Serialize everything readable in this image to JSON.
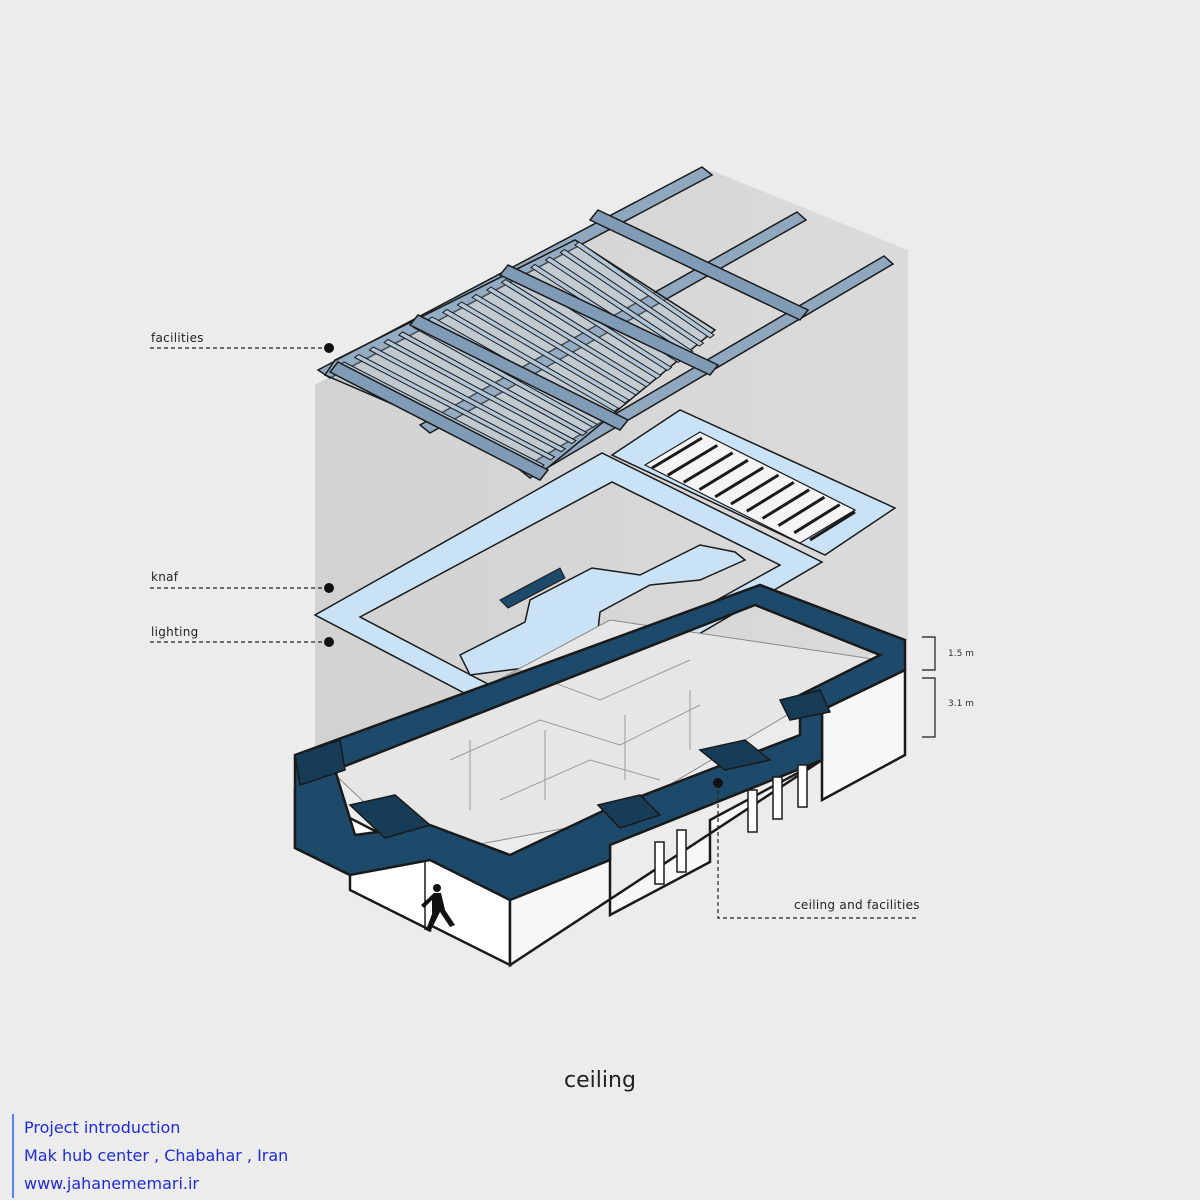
{
  "labels": {
    "facilities": "facilities",
    "knaf": "knaf",
    "lighting": "lighting",
    "ceiling_and_facilities": "ceiling and facilities"
  },
  "dimensions": {
    "upper": "1.5 m",
    "lower": "3.1 m"
  },
  "caption": "ceiling",
  "credits": {
    "line1": "Project introduction",
    "line2": "Mak hub center , Chabahar , Iran",
    "line3": "www.jahanememari.ir"
  },
  "colors": {
    "background": "#ececec",
    "navy_band": "#1d4a6a",
    "light_blue_panel": "#c9e2f6",
    "steel_blue": "#8aa6c0",
    "credit_text": "#1f2bd8"
  }
}
